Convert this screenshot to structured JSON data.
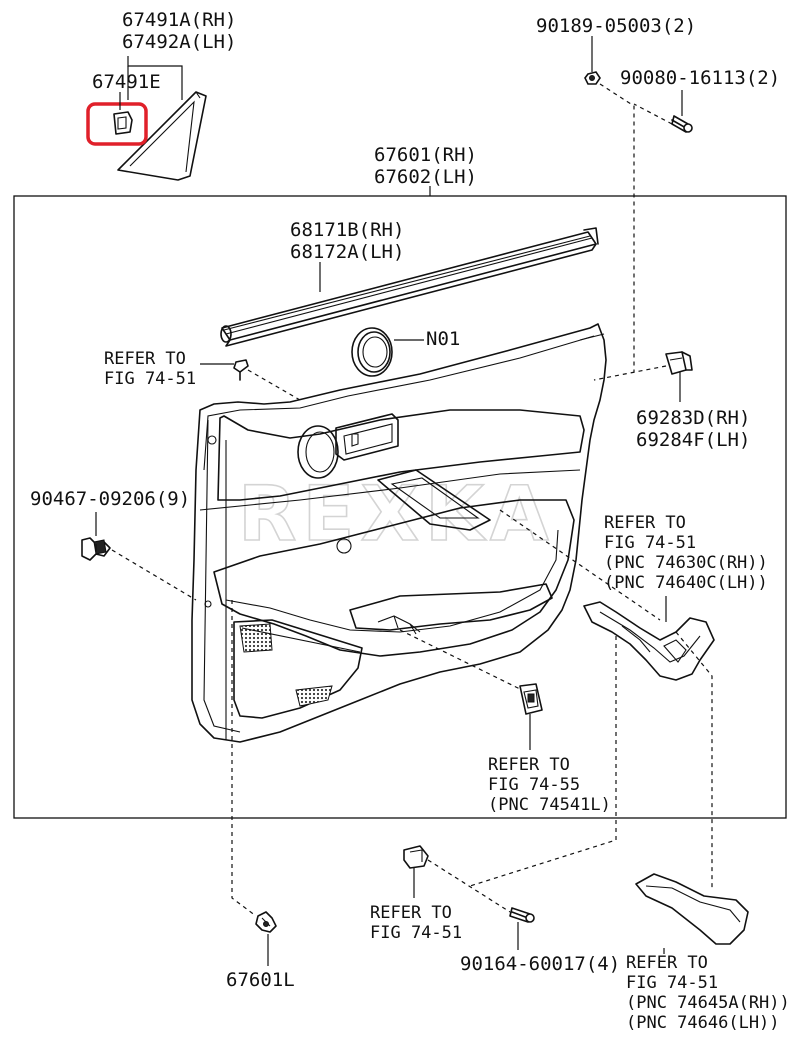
{
  "labels": {
    "p67491a": "67491A(RH)",
    "p67492a": "67492A(LH)",
    "p67491e": "67491E",
    "p90189": "90189-05003(2)",
    "p90080": "90080-16113(2)",
    "p67601": "67601(RH)",
    "p67602": "67602(LH)",
    "p68171b": "68171B(RH)",
    "p68172a": "68172A(LH)",
    "n01": "N01",
    "refer_74_51_a_1": "REFER TO",
    "refer_74_51_a_2": "FIG 74-51",
    "p69283d": "69283D(RH)",
    "p69284f": "69284F(LH)",
    "p90467": "90467-09206(9)",
    "refer_74630_1": "REFER TO",
    "refer_74630_2": "FIG 74-51",
    "refer_74630_3": "(PNC 74630C(RH))",
    "refer_74630_4": "(PNC 74640C(LH))",
    "refer_74_55_1": "REFER TO",
    "refer_74_55_2": "FIG 74-55",
    "refer_74_55_3": "(PNC 74541L)",
    "refer_74_51_b_1": "REFER TO",
    "refer_74_51_b_2": "FIG 74-51",
    "p90164": "90164-60017(4)",
    "p67601l": "67601L",
    "refer_74645_1": "REFER TO",
    "refer_74645_2": "FIG 74-51",
    "refer_74645_3": "(PNC 74645A(RH))",
    "refer_74645_4": "(PNC 74646(LH))"
  },
  "watermark": "REXKA",
  "colors": {
    "line": "#111111",
    "highlight": "#e0202a",
    "watermark": "#d4d4d4"
  }
}
